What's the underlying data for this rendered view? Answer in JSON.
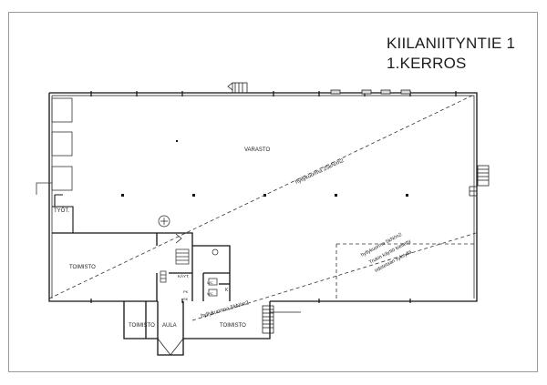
{
  "title": {
    "line1": "KIILANIITYNTIE 1",
    "line2": "1.KERROS"
  },
  "rooms": {
    "varasto": "VARASTO",
    "tyot": "TYÖT.",
    "toimisto_left": "TOIMISTO",
    "toimisto_bottom_left": "TOIMISTO",
    "aula": "AULA",
    "toimisto_bottom_right": "TOIMISTO",
    "kayt": "KÄYT.",
    "k": "K",
    "sk": "SK",
    "wc_a": "WC",
    "wc_b": "WC",
    "pk": "PK"
  },
  "annotations": {
    "load_main": "hyllykuorma 25kN/m2",
    "load_office": "hyllykuorma 5kN/m2",
    "load_zone_1": "hyllykuorma 5kN/m2",
    "load_zone_2": "Trukin käyttö kielletty",
    "load_zone_3": "odotetaan syksyllä"
  }
}
